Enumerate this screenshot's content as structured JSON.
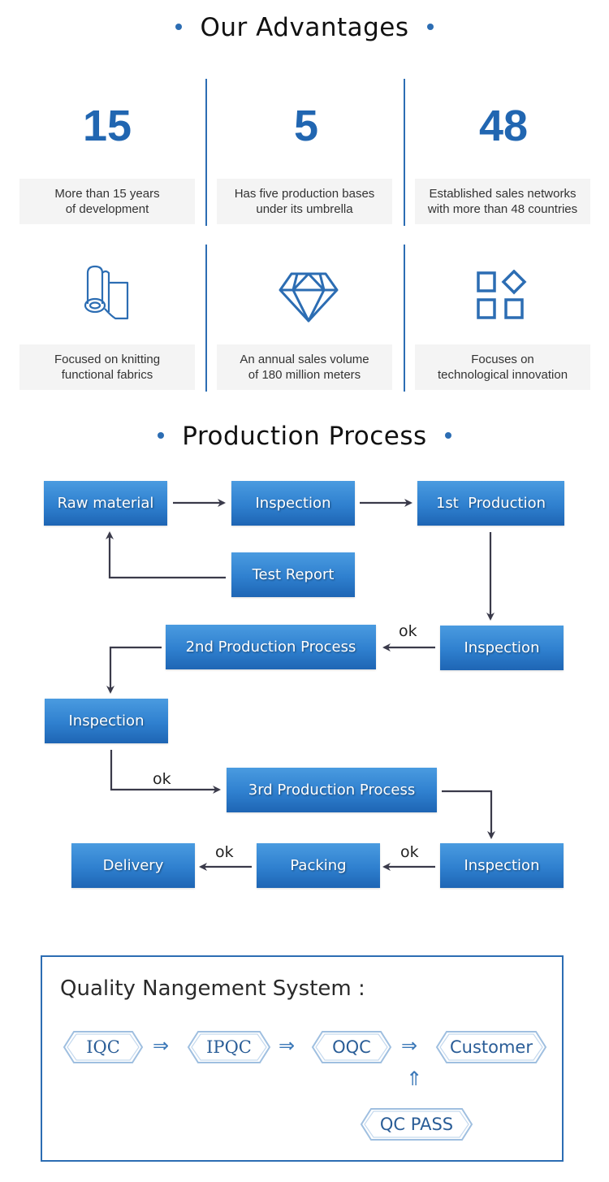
{
  "advantages": {
    "title": "Our Advantages",
    "stats": [
      {
        "value": "15",
        "label": "More than 15 years\nof development"
      },
      {
        "value": "5",
        "label": "Has five production bases\nunder its umbrella"
      },
      {
        "value": "48",
        "label": "Established sales networks\nwith more than 48 countries"
      }
    ],
    "features": [
      {
        "icon": "fabric-roll-icon",
        "label": "Focused on knitting\nfunctional fabrics"
      },
      {
        "icon": "diamond-icon",
        "label": "An annual sales volume\nof 180 million meters"
      },
      {
        "icon": "blocks-icon",
        "label": "Focuses on\ntechnological innovation"
      }
    ]
  },
  "process": {
    "title": "Production Process",
    "steps": {
      "raw_material": "Raw material",
      "inspection_1": "Inspection",
      "first_production": "1st  Production",
      "test_report": "Test Report",
      "inspection_2": "Inspection",
      "second_production": "2nd Production Process",
      "inspection_3": "Inspection",
      "third_production": "3rd Production Process",
      "inspection_4": "Inspection",
      "packing": "Packing",
      "delivery": "Delivery"
    },
    "ok_label": "ok"
  },
  "quality": {
    "title": "Quality Nangement System :",
    "stages": [
      "IQC",
      "IPQC",
      "OQC",
      "Customer"
    ],
    "pass_label": "QC PASS",
    "arrow_right": "⇒",
    "arrow_up": "⇑"
  },
  "colors": {
    "accent": "#2c6db3",
    "box_top": "#4a9be0",
    "box_bottom": "#1e65b4",
    "card_bg": "#f4f4f4"
  }
}
